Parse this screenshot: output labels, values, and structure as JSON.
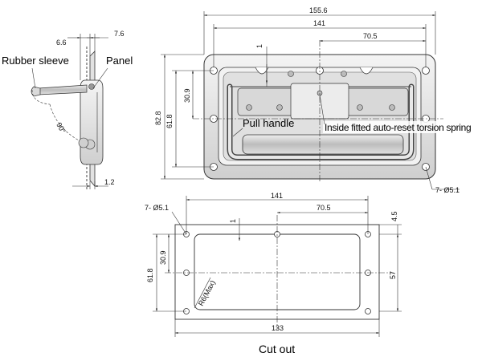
{
  "side_view": {
    "dims": {
      "width_6_6": "6.6",
      "width_7_6": "7.6",
      "thickness": "1.2",
      "angle": "90°"
    },
    "labels": {
      "rubber_sleeve": "Rubber sleeve",
      "panel": "Panel"
    }
  },
  "top_view": {
    "dims": {
      "overall_width": "155.6",
      "hole_span": "141",
      "half_span": "70.5",
      "small": "1",
      "overall_height": "82.8",
      "inner_height": "61.8",
      "half_height": "30.9",
      "holes": "7- Ø5.1"
    },
    "labels": {
      "pull_handle": "Pull handle",
      "torsion_spring": "Inside fitted auto-reset torsion spring"
    }
  },
  "cutout": {
    "dims": {
      "holes": "7- Ø5.1",
      "hole_span": "141",
      "half_span": "70.5",
      "small": "1",
      "edge": "4.5",
      "height_61_8": "61.8",
      "height_30_9": "30.9",
      "height_57": "57",
      "radius": "R6(Max)",
      "width_133": "133"
    },
    "caption": "Cut out"
  },
  "colors": {
    "line": "#333333",
    "panel_fill": "#e6e6e6",
    "handle_fill": "#d0d0d0"
  }
}
